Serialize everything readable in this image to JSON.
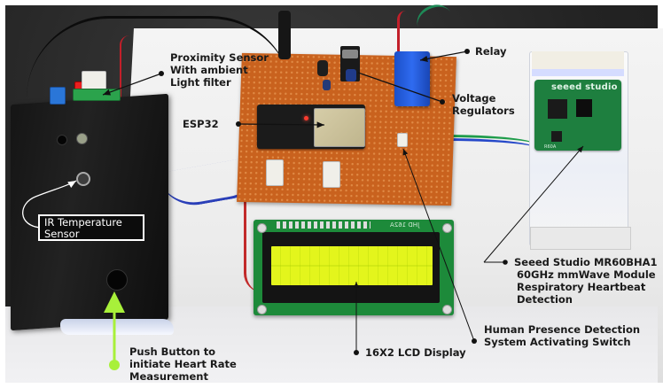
{
  "figure": {
    "subject": "Health monitoring prototype with ESP32 and sensors",
    "annotations": [
      {
        "id": "proximity",
        "lines": [
          "Proximity Sensor",
          "With ambient",
          "Light filter"
        ]
      },
      {
        "id": "relay",
        "lines": [
          "Relay"
        ]
      },
      {
        "id": "voltage-regulators",
        "lines": [
          "Voltage",
          "Regulators"
        ]
      },
      {
        "id": "esp32",
        "lines": [
          "ESP32"
        ]
      },
      {
        "id": "ir-temperature",
        "lines": [
          "IR Temperature",
          "Sensor"
        ]
      },
      {
        "id": "mmwave",
        "lines": [
          "Seeed Studio MR60BHA1",
          "60GHz mmWave Module",
          "Respiratory Heartbeat",
          "Detection"
        ]
      },
      {
        "id": "presence-switch",
        "lines": [
          "Human Presence Detection",
          "System Activating Switch"
        ]
      },
      {
        "id": "lcd",
        "lines": [
          "16X2 LCD Display"
        ]
      },
      {
        "id": "push-button",
        "lines": [
          "Push Button to",
          "initiate Heart Rate",
          "Measurement"
        ]
      }
    ],
    "component_markings": {
      "mmwave_brand": "seeed studio",
      "mmwave_model": "R60A",
      "lcd_marking": "JHD 162A"
    },
    "colors": {
      "annotation_text": "#1a1a1a",
      "leader_line": "#111111",
      "push_button_leader": "#a8f03a",
      "ir_label_bg": "#0c0c0c",
      "ir_label_border": "#ffffff",
      "lcd_backlight": "#e3f51c",
      "pcb_green": "#1e7f3f",
      "perfboard": "#c9621e",
      "relay_blue": "#2f6bf0"
    }
  }
}
